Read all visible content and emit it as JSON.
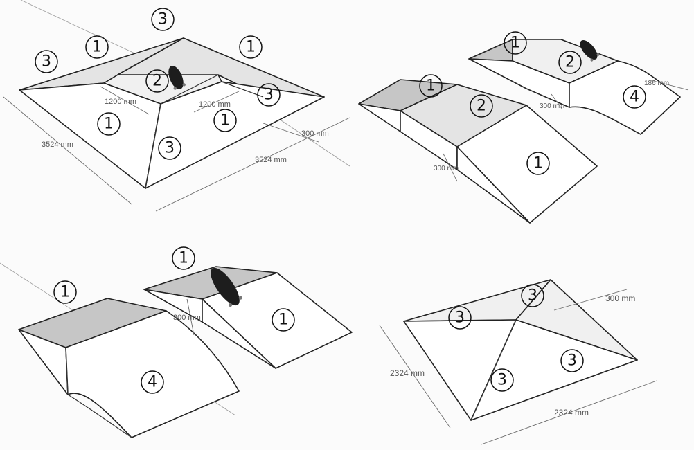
{
  "panels": [
    {
      "badges": [
        "3",
        "1",
        "1",
        "3",
        "2",
        "1",
        "1",
        "3",
        "3"
      ],
      "dimensions": [
        "1200 mm",
        "1200 mm",
        "300 mm",
        "3524 mm",
        "3524 mm"
      ]
    },
    {
      "badges": [
        "1",
        "2",
        "1",
        "2",
        "1",
        "4"
      ],
      "dimensions": [
        "300 mm",
        "300 mm",
        "186 mm"
      ]
    },
    {
      "badges": [
        "1",
        "1",
        "1",
        "4"
      ],
      "dimensions": [
        "300 mm"
      ]
    },
    {
      "badges": [
        "3",
        "3",
        "3",
        "3"
      ],
      "dimensions": [
        "300 mm",
        "2324 mm",
        "2324 mm"
      ]
    }
  ]
}
